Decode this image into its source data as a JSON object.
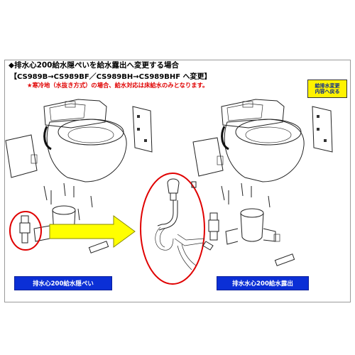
{
  "heading": {
    "title": "◆排水心200給水隠ぺいを給水露出へ変更する場合",
    "models": "【CS989B→CS989BF／CS989BH→CS989BHF へ変更】",
    "note": "★寒冷地（水抜き方式）の場合、給水対応は床給水のみとなります。"
  },
  "back_button": {
    "line1": "給排水変更",
    "line2": "内容へ戻る"
  },
  "labels": {
    "left": "排水心200給水隠ぺい",
    "right": "排水水心200給水露出"
  },
  "colors": {
    "label_blue": "#0b2fd6",
    "button_yellow": "#fff200",
    "arrow_yellow": "#ffff00",
    "highlight_red": "#e00000",
    "note_red": "#e00000"
  },
  "icons": {
    "toilet_left": "toilet-illustration",
    "toilet_right": "toilet-illustration",
    "arrow": "right-arrow-icon"
  }
}
